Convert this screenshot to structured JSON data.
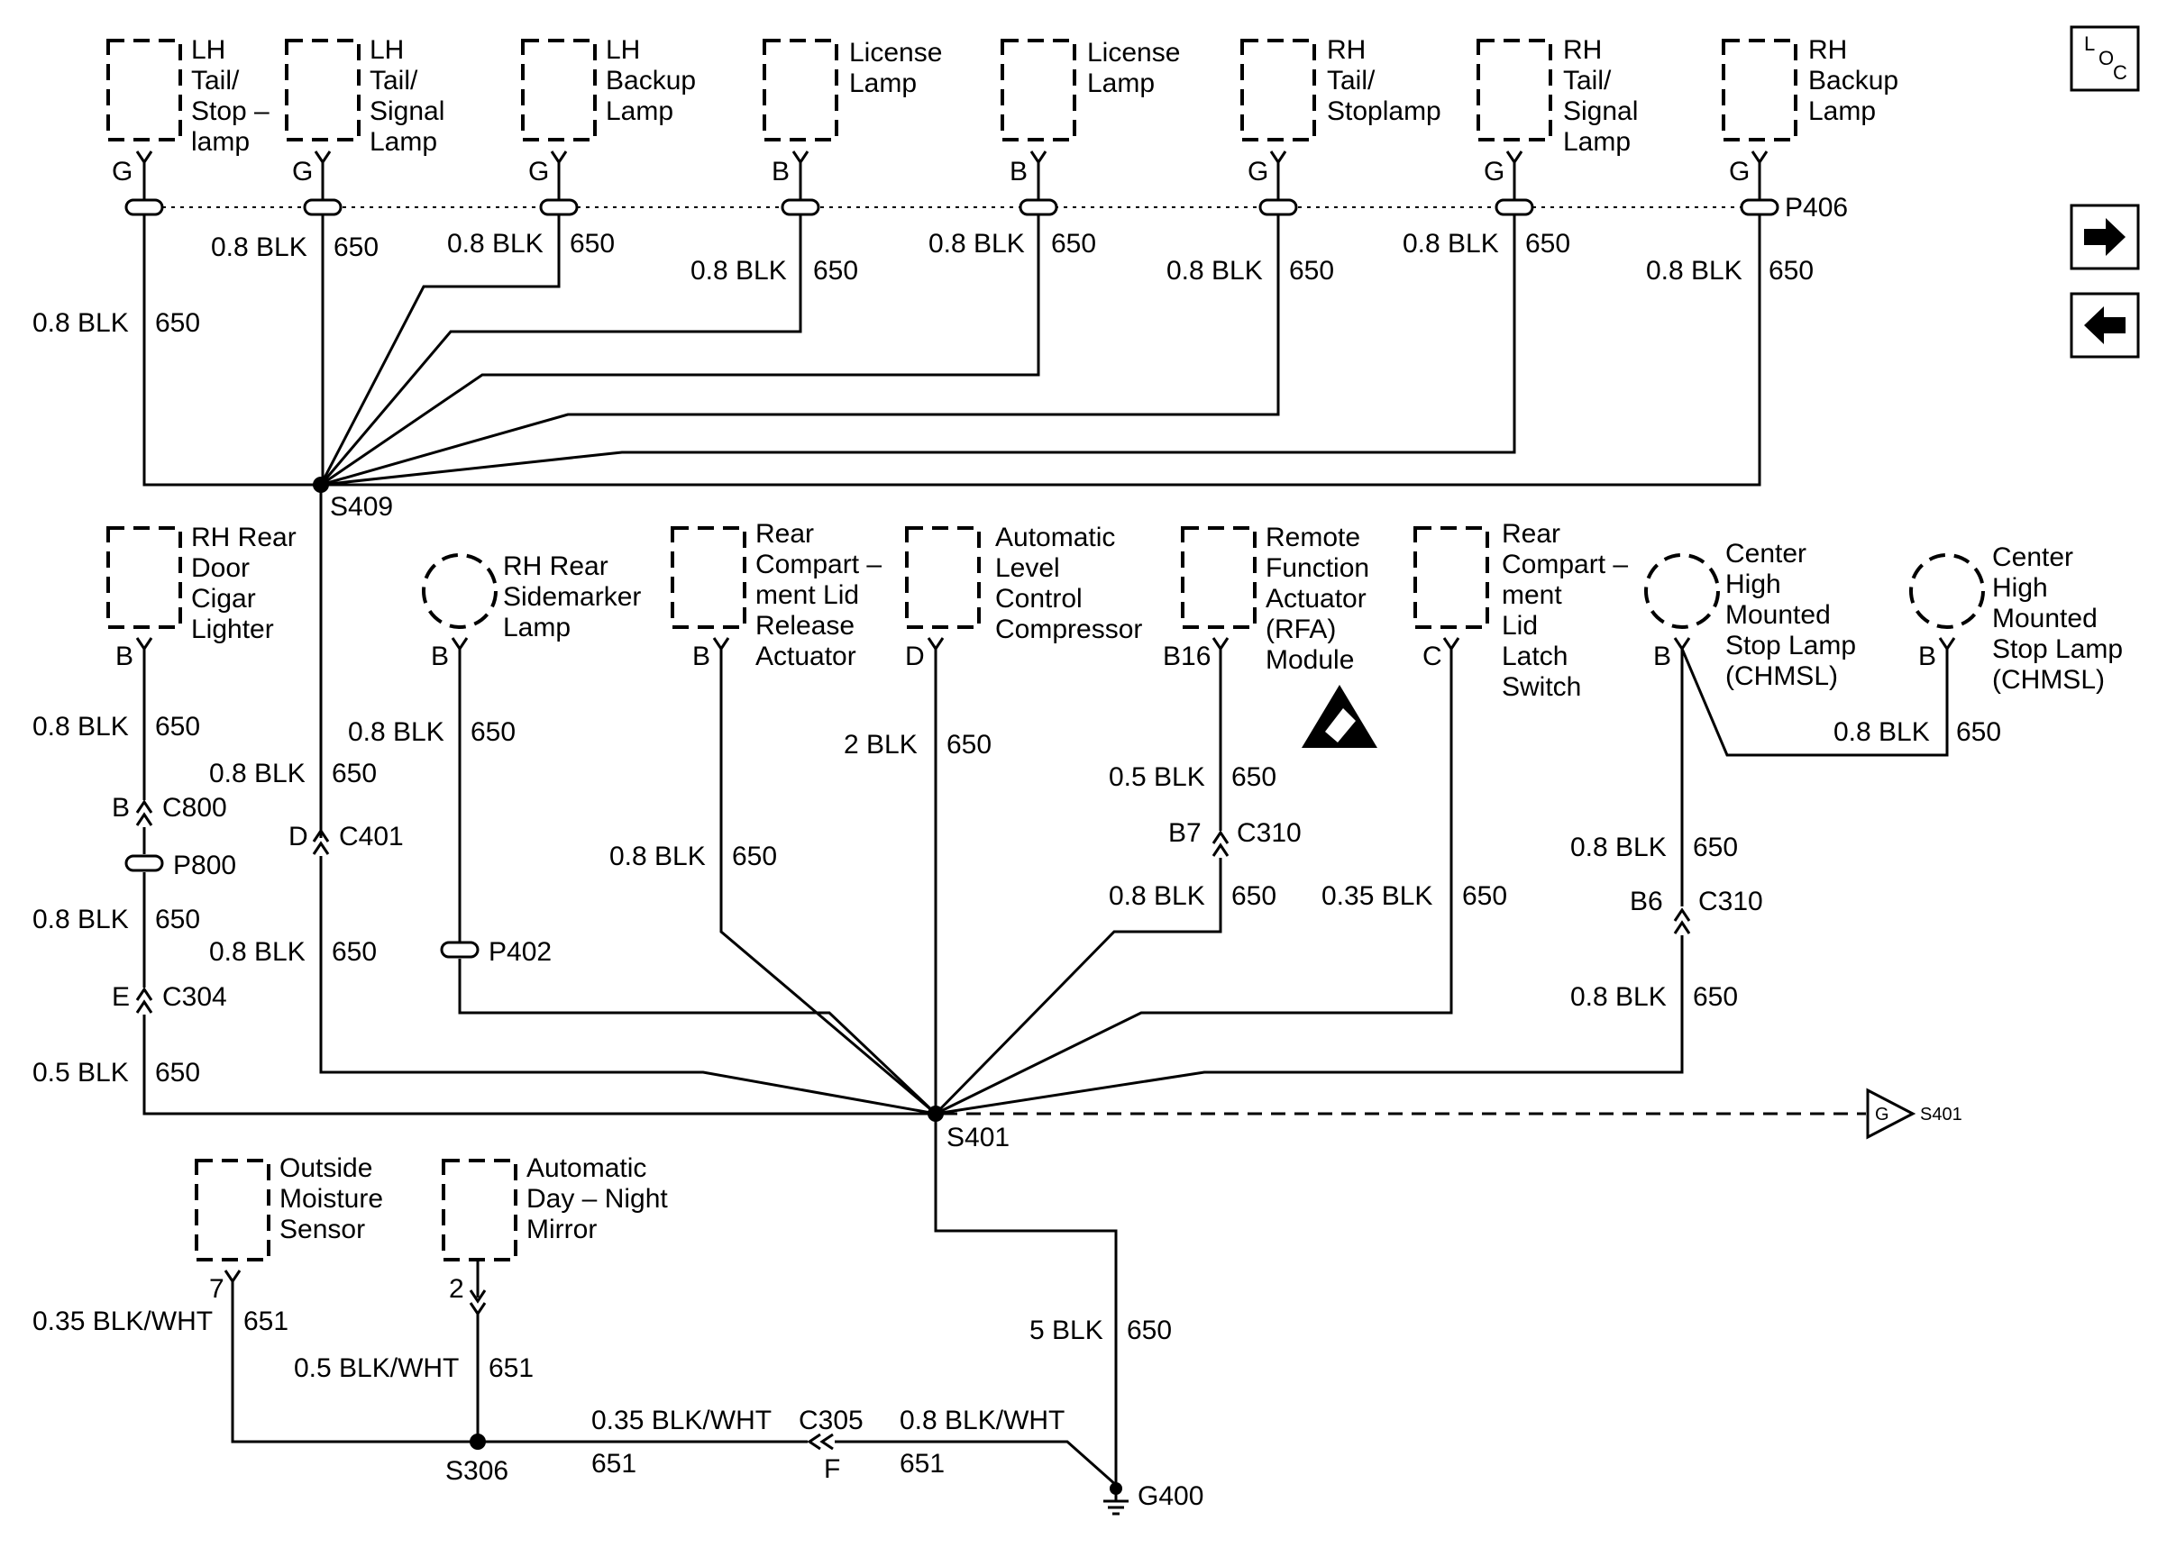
{
  "components": {
    "lh_tail_stop": "LH\nTail/\nStop –\nlamp",
    "lh_tail_signal": "LH\nTail/\nSignal\nLamp",
    "lh_backup": "LH\nBackup\nLamp",
    "license1": "License\nLamp",
    "license2": "License\nLamp",
    "rh_tail_stop": "RH\nTail/\nStoplamp",
    "rh_tail_signal": "RH\nTail/\nSignal\nLamp",
    "rh_backup": "RH\nBackup\nLamp",
    "rh_rear_door": "RH Rear\nDoor\nCigar\nLighter",
    "rh_rear_sidemarker": "RH Rear\nSidemarker\nLamp",
    "rear_comp_release": "Rear\nCompart –\nment Lid\nRelease\nActuator",
    "auto_level": "Automatic\nLevel\nControl\nCompressor",
    "rfa": "Remote\nFunction\nActuator\n(RFA)\nModule",
    "rear_comp_latch": "Rear\nCompart –\nment\nLid\nLatch\nSwitch",
    "chmsl1": "Center\nHigh\nMounted\nStop Lamp\n(CHMSL)",
    "chmsl2": "Center\nHigh\nMounted\nStop Lamp\n(CHMSL)",
    "outside_moisture": "Outside\nMoisture\nSensor",
    "auto_day_night": "Automatic\nDay – Night\nMirror"
  },
  "pins": {
    "g1": "G",
    "g2": "G",
    "g3": "G",
    "b4": "B",
    "b5": "B",
    "g6": "G",
    "g7": "G",
    "g8": "G",
    "door": "B",
    "sidemarker": "B",
    "release": "B",
    "level": "D",
    "rfa": "B16",
    "latch": "C",
    "chmsl1": "B",
    "chmsl2": "B",
    "moisture": "7",
    "mirror": "2",
    "c800": "B",
    "c401": "D",
    "c310a": "B7",
    "c310b": "B6",
    "c304": "E",
    "c305": "F"
  },
  "wires": {
    "w_blk": "0.8 BLK",
    "w_650": "650",
    "w_2blk": "2 BLK",
    "w_05blk": "0.5 BLK",
    "w_035blk": "0.35 BLK",
    "w_5blk": "5 BLK",
    "w_035bw": "0.35 BLK/WHT",
    "w_05bw": "0.5 BLK/WHT",
    "w_08bw": "0.8 BLK/WHT",
    "w_651": "651"
  },
  "connectors": {
    "p406": "P406",
    "c800": "C800",
    "p800": "P800",
    "c401": "C401",
    "c304": "C304",
    "p402": "P402",
    "c310": "C310",
    "c305": "C305"
  },
  "splices": {
    "s409": "S409",
    "s401": "S401",
    "s306": "S306"
  },
  "ground": "G400",
  "offpage": {
    "pin": "G",
    "label": "S401"
  },
  "nav": {
    "loc_l": "L",
    "loc_o": "O",
    "loc_c": "C",
    "next_icon": "right-arrow-icon",
    "prev_icon": "left-arrow-icon"
  }
}
